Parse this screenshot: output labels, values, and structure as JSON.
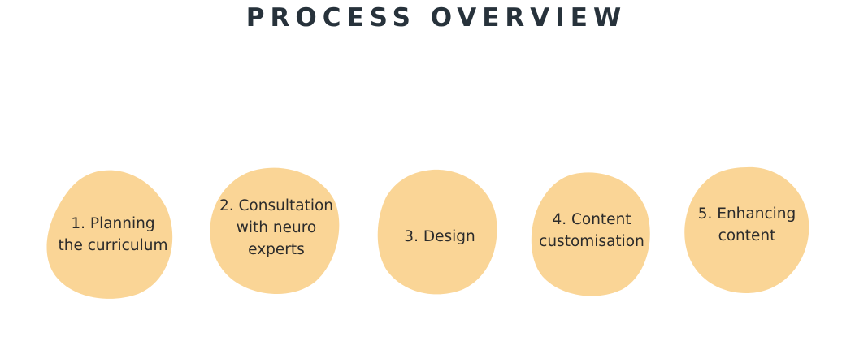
{
  "title": "PROCESS OVERVIEW",
  "accent_color": "#fad596",
  "text_color": "#2b2b2b",
  "steps": [
    {
      "label": "1. Planning\nthe curriculum"
    },
    {
      "label": "2. Consultation\nwith neuro\nexperts"
    },
    {
      "label": "3. Design"
    },
    {
      "label": "4. Content\ncustomisation"
    },
    {
      "label": "5. Enhancing\ncontent"
    }
  ]
}
